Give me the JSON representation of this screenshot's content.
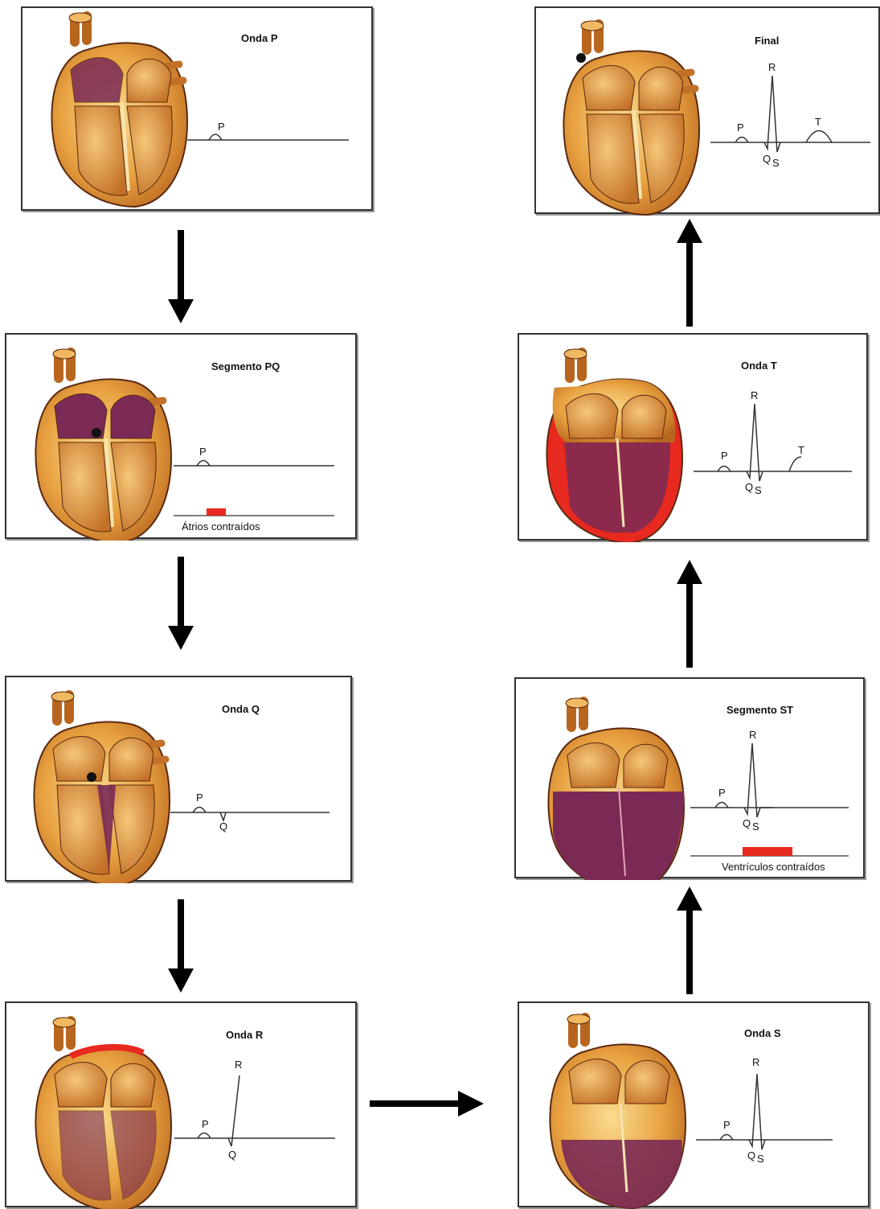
{
  "panels": {
    "p1": {
      "title": "Onda P",
      "labels": {
        "p": "P"
      }
    },
    "p2": {
      "title": "Segmento PQ",
      "labels": {
        "p": "P"
      },
      "bar_label": "Átrios contraídos"
    },
    "p3": {
      "title": "Onda Q",
      "labels": {
        "p": "P",
        "q": "Q"
      }
    },
    "p4": {
      "title": "Onda R",
      "labels": {
        "p": "P",
        "r": "R",
        "q": "Q"
      }
    },
    "p5": {
      "title": "Onda S",
      "labels": {
        "p": "P",
        "r": "R",
        "q": "Q",
        "s": "S"
      }
    },
    "p6": {
      "title": "Segmento ST",
      "labels": {
        "p": "P",
        "r": "R",
        "q": "Q",
        "s": "S"
      },
      "bar_label": "Ventrículos contraídos"
    },
    "p7": {
      "title": "Onda T",
      "labels": {
        "p": "P",
        "r": "R",
        "q": "Q",
        "s": "S",
        "t": "T"
      }
    },
    "p8": {
      "title": "Final",
      "labels": {
        "p": "P",
        "r": "R",
        "q": "Q",
        "s": "S",
        "t": "T"
      }
    }
  },
  "colors": {
    "heart_base": "#e7a24a",
    "heart_light": "#f7d594",
    "heart_outline": "#5a2a10",
    "depolarized": "#7a2a55",
    "active_red": "#e8291f",
    "trace": "#333333"
  }
}
